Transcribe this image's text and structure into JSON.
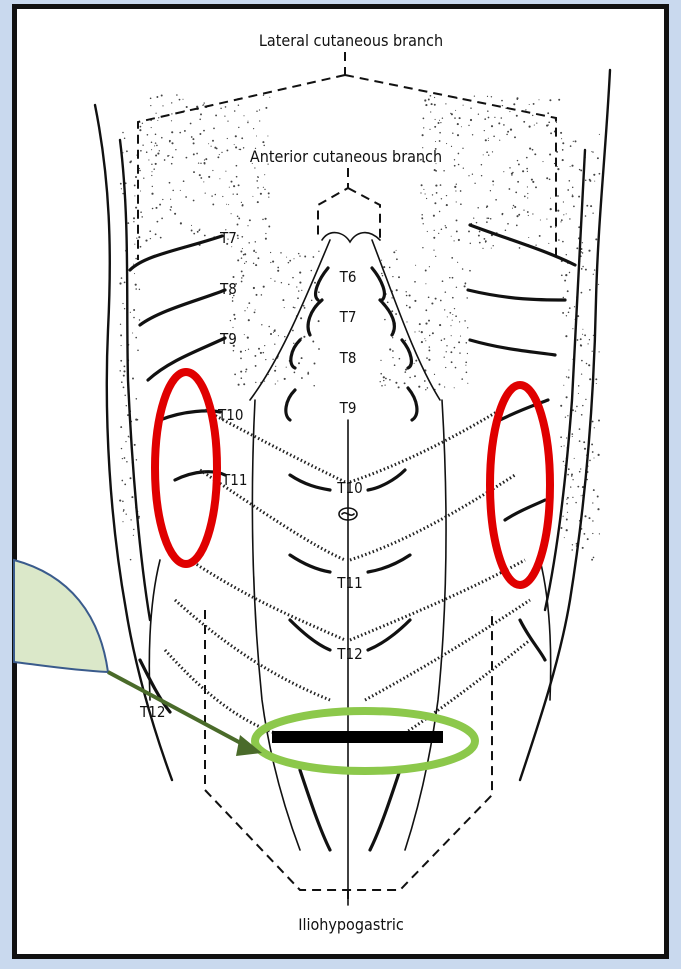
{
  "labels": {
    "lateral": "Lateral cutaneous branch",
    "anterior": "Anterior cutaneous branch",
    "iliohypogastric": "Iliohypogastric"
  },
  "left_segments": [
    "T7",
    "T8",
    "T9",
    "T10",
    "T11",
    "T12"
  ],
  "midline_segments": [
    "T6",
    "T7",
    "T8",
    "T9",
    "T10",
    "T11",
    "T12"
  ],
  "colors": {
    "frame": "#111111",
    "background": "#c9d9ee",
    "red_marker": "#e00000",
    "green_marker": "#8cc84b",
    "callout_fill": "#dbe8c9",
    "callout_stroke": "#3a5b8c",
    "arrow": "#4a6b2a",
    "bar": "#000000"
  }
}
